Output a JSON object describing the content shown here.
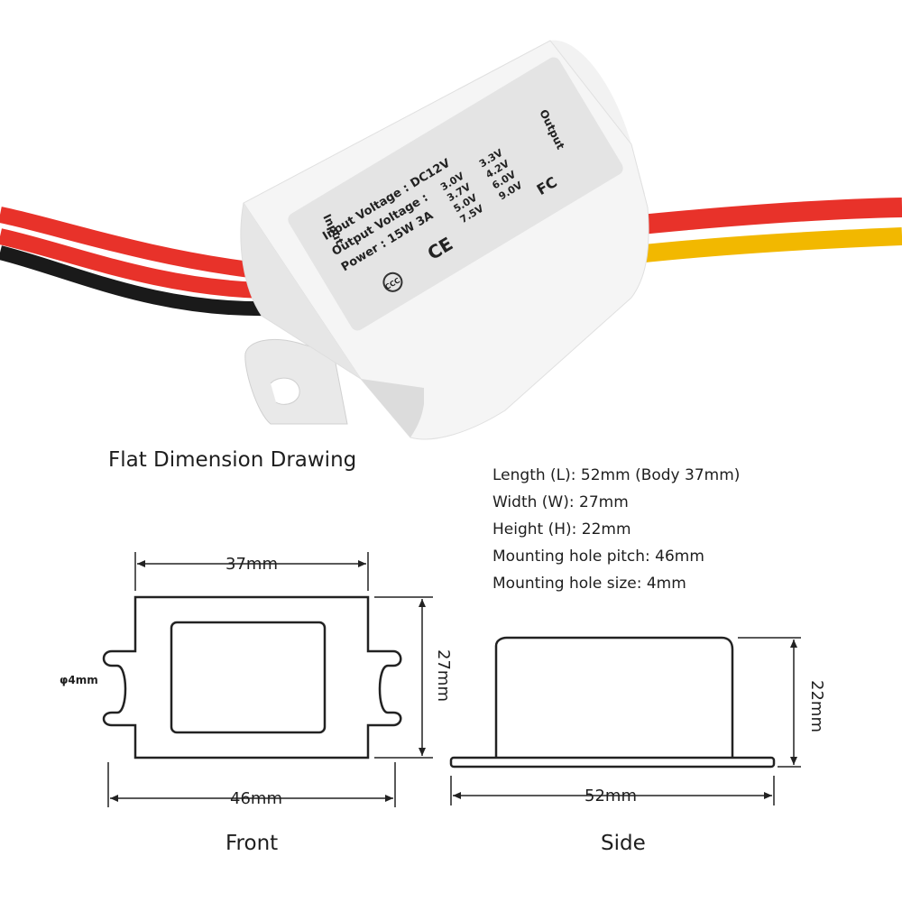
{
  "product": {
    "label_lines": [
      "Input Voltage : DC12V",
      "Output Voltage :",
      "Power : 15W 3A"
    ],
    "output_options": [
      "3.0V",
      "3.3V",
      "3.7V",
      "4.2V",
      "5.0V",
      "6.0V",
      "7.5V",
      "9.0V"
    ],
    "input_marker": "Input",
    "output_marker": "Output",
    "ce_mark": "CE",
    "fc_mark": "FC",
    "ccc_mark": "CCC",
    "wire_colors": {
      "red": "#e8322a",
      "black": "#1a1a1a",
      "yellow": "#f2b800"
    }
  },
  "section_title": "Flat Dimension Drawing",
  "specs": {
    "length": "Length (L): 52mm (Body 37mm)",
    "width": "Width (W): 27mm",
    "height": "Height (H): 22mm",
    "hole_pitch": "Mounting hole pitch: 46mm",
    "hole_size": "Mounting hole size: 4mm"
  },
  "front": {
    "top_dim": "37mm",
    "right_dim": "27mm",
    "bottom_dim": "46mm",
    "hole_dim": "φ4mm",
    "caption": "Front"
  },
  "side": {
    "right_dim": "22mm",
    "bottom_dim": "52mm",
    "caption": "Side"
  }
}
